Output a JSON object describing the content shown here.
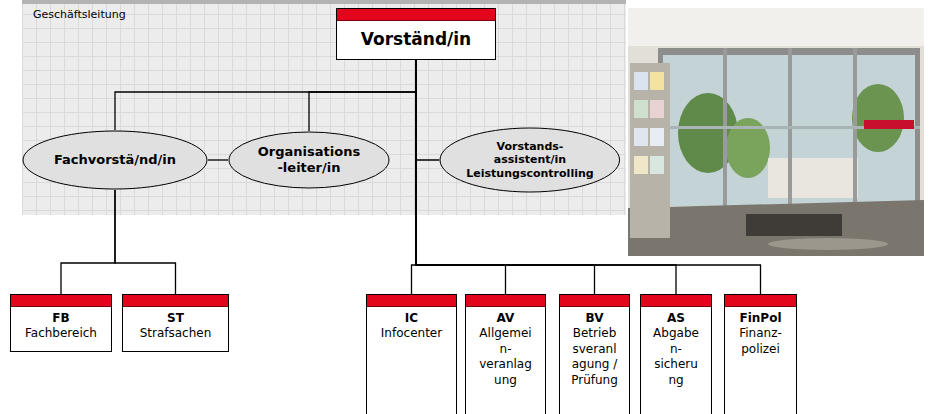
{
  "diagram": {
    "nodes": [
      {
        "text": [
          "Geschäftsleitung"
        ]
      },
      {
        "text": [
          "Vorständ/in"
        ],
        "in": 0
      },
      {
        "text": [
          "Fachvorstä/nd/in"
        ],
        "in": 0
      },
      {
        "text": [
          "Organisations -leiter/in"
        ],
        "in": 0
      },
      {
        "text": [
          "Vorstands- assistent/in Leistungscontrolling"
        ],
        "in": 0
      },
      {
        "text": [
          "FB",
          "Fachbereich"
        ]
      },
      {
        "text": [
          "ST",
          "Strafsachen"
        ]
      },
      {
        "text": [
          "IC",
          "Infocenter"
        ]
      },
      {
        "text": [
          "AV",
          "Allgemei n- veranlag ung"
        ]
      },
      {
        "text": [
          "BV",
          "Betrieb sveranl agung / Prüfung"
        ]
      },
      {
        "text": [
          "AS",
          "Abgabe n- sicheru ng"
        ]
      },
      {
        "text": [
          "FinPol",
          "Finanz- polizei"
        ]
      }
    ],
    "edges": [
      {
        "from": 1,
        "to": 2,
        "arrow": "none"
      },
      {
        "from": 1,
        "to": 3,
        "arrow": "none"
      },
      {
        "from": 1,
        "to": 4,
        "arrow": "none"
      },
      {
        "from": 2,
        "to": 3,
        "arrow": "none"
      },
      {
        "from": 2,
        "to": 5,
        "arrow": "none"
      },
      {
        "from": 2,
        "to": 6,
        "arrow": "none"
      },
      {
        "from": 1,
        "to": 7,
        "arrow": "none"
      },
      {
        "from": 1,
        "to": 8,
        "arrow": "none"
      },
      {
        "from": 1,
        "to": 9,
        "arrow": "none"
      },
      {
        "from": 1,
        "to": 10,
        "arrow": "none"
      },
      {
        "from": 1,
        "to": 11,
        "arrow": "none"
      }
    ]
  }
}
